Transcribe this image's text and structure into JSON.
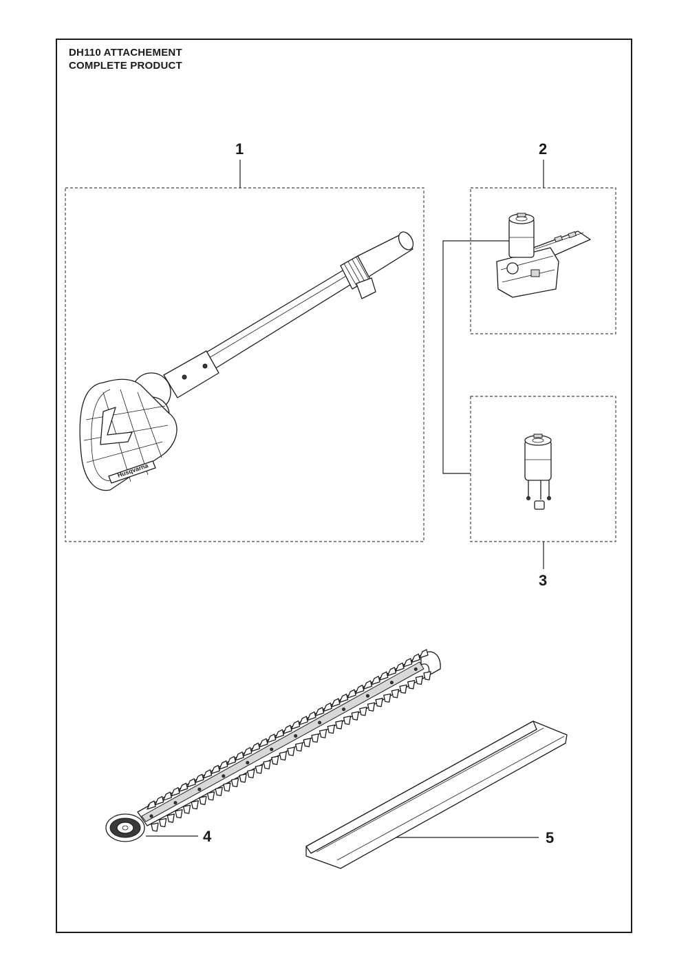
{
  "title": {
    "line1": "DH110 ATTACHEMENT",
    "line2": "COMPLETE PRODUCT"
  },
  "callouts": [
    "1",
    "2",
    "3",
    "4",
    "5"
  ],
  "logo_text": "Husqvarna"
}
